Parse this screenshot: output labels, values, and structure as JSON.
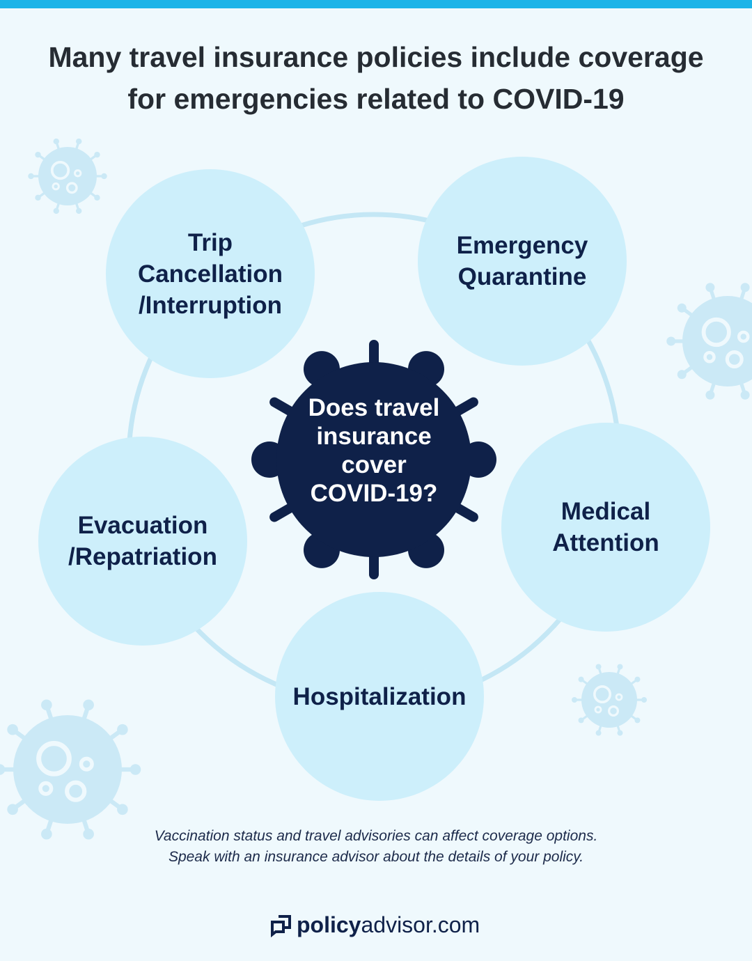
{
  "title": {
    "line1": "Many travel insurance policies include coverage",
    "line2": "for emergencies related to COVID-19"
  },
  "center": {
    "line1": "Does travel",
    "line2": "insurance",
    "line3": "cover",
    "line4": "COVID-19?"
  },
  "nodes": [
    {
      "line1": "Trip",
      "line2": "Cancellation",
      "line3": "/Interruption"
    },
    {
      "line1": "Emergency",
      "line2": "Quarantine"
    },
    {
      "line1": "Medical",
      "line2": "Attention"
    },
    {
      "line1": "Hospitalization"
    },
    {
      "line1": "Evacuation",
      "line2": "/Repatriation"
    }
  ],
  "note": {
    "line1": "Vaccination status and travel advisories can affect coverage options.",
    "line2": "Speak with an insurance advisor about the details of your policy."
  },
  "brand": {
    "bold": "policy",
    "rest": "advisor.com"
  },
  "colors": {
    "accent": "#1db4e8",
    "navy": "#0f2149",
    "circle": "#cdeffb",
    "background": "#eff9fd"
  }
}
